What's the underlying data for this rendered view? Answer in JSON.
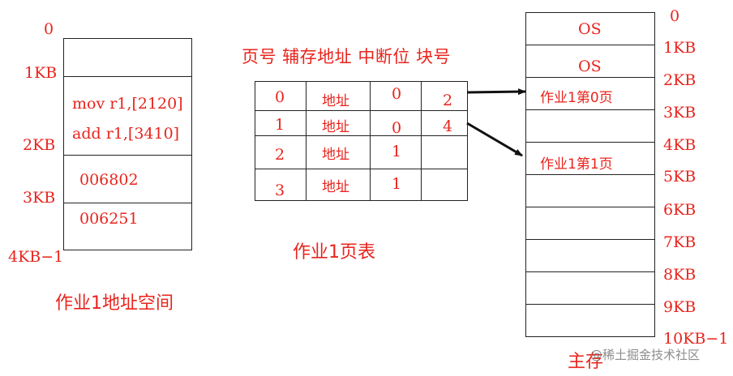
{
  "address_space": {
    "caption": "作业1地址空间",
    "labels": [
      "0",
      "1KB",
      "2KB",
      "3KB",
      "4KB−1"
    ],
    "page_lines": [
      [
        "mov r1,[2120]",
        "add  r1,[3410]"
      ],
      [
        "006802"
      ],
      [
        "006251"
      ]
    ]
  },
  "page_table": {
    "caption": "作业1页表",
    "header": "页号  辅存地址  中断位  块号",
    "rows": [
      {
        "page": "0",
        "addr": "地址",
        "bit": "0",
        "block": "2"
      },
      {
        "page": "1",
        "addr": "地址",
        "bit": "0",
        "block": "4"
      },
      {
        "page": "2",
        "addr": "地址",
        "bit": "1",
        "block": ""
      },
      {
        "page": "3",
        "addr": "地址",
        "bit": "1",
        "block": ""
      }
    ]
  },
  "main_memory": {
    "caption": "主存",
    "labels": [
      "0",
      "1KB",
      "2KB",
      "3KB",
      "4KB",
      "5KB",
      "6KB",
      "7KB",
      "8KB",
      "9KB",
      "10KB−1"
    ],
    "blocks": [
      "OS",
      "OS",
      "作业1第0页",
      "",
      "作业1第1页",
      "",
      "",
      "",
      "",
      ""
    ]
  },
  "watermark": "@稀土掘金技术社区",
  "colors": {
    "label": "#e8241d",
    "text": "#111111",
    "line": "#222222"
  }
}
